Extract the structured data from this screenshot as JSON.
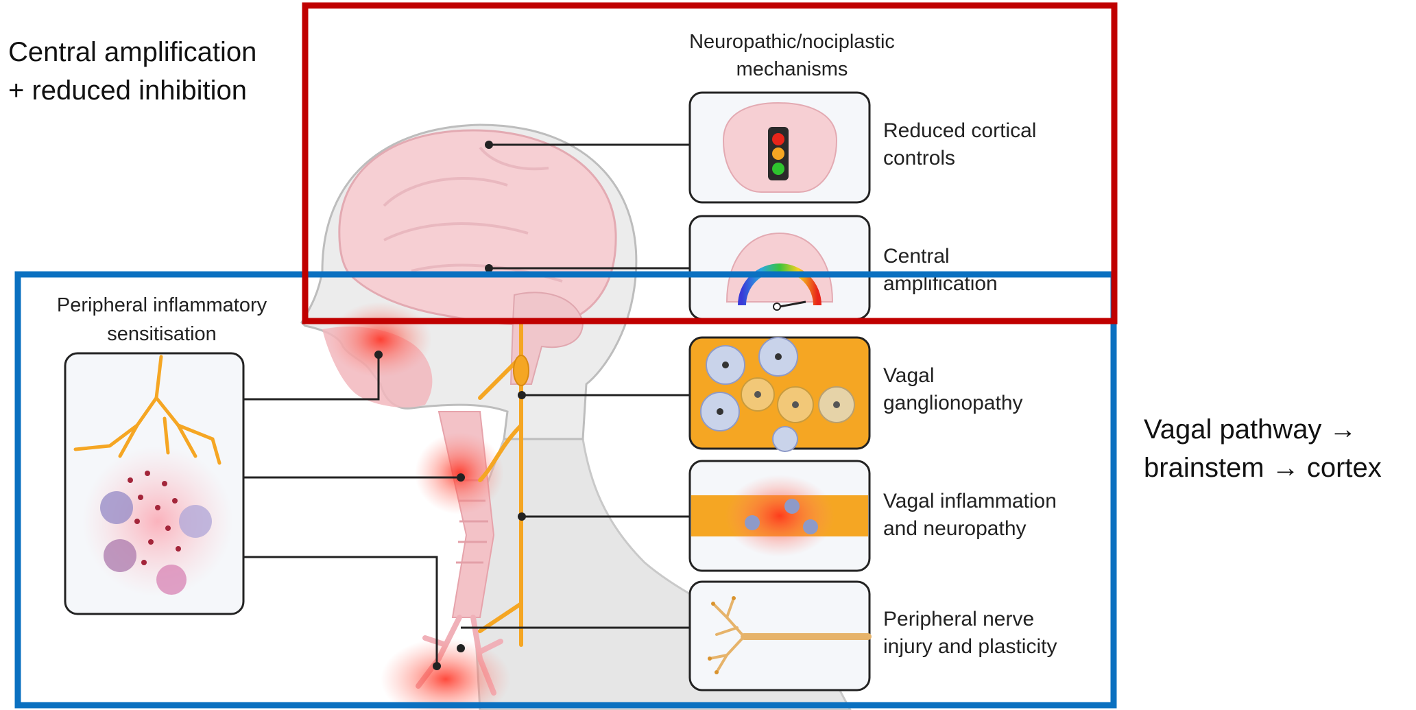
{
  "annotations": {
    "central_note": [
      "Central amplification",
      "+ reduced inhibition"
    ],
    "vagal_note": [
      "Vagal pathway →",
      "brainstem → cortex"
    ]
  },
  "panels": {
    "central": {
      "title": [
        "Neuropathic/nociplastic",
        "mechanisms"
      ],
      "frame_color": "#c00000"
    },
    "peripheral": {
      "title": [
        "Peripheral inflammatory",
        "sensitisation"
      ],
      "frame_color": "#0a70c0"
    }
  },
  "mechanisms": [
    {
      "name": "reduced-cortical-controls",
      "label": [
        "Reduced cortical",
        "controls"
      ],
      "icon": "brain-traffic-light-icon"
    },
    {
      "name": "central-amplification",
      "label": [
        "Central",
        "amplification"
      ],
      "icon": "brainstem-gauge-icon"
    },
    {
      "name": "vagal-ganglionopathy",
      "label": [
        "Vagal",
        "ganglionopathy"
      ],
      "icon": "ganglion-cells-icon"
    },
    {
      "name": "vagal-inflammation",
      "label": [
        "Vagal inflammation",
        "and neuropathy"
      ],
      "icon": "inflamed-nerve-icon"
    },
    {
      "name": "peripheral-nerve-injury",
      "label": [
        "Peripheral nerve",
        "injury and plasticity"
      ],
      "icon": "nerve-fiber-icon"
    }
  ],
  "colors": {
    "inflammation": "#ff3b30",
    "nerve": "#f5a623",
    "brain": "#f6cfd3",
    "body": "#e6e6e6"
  }
}
